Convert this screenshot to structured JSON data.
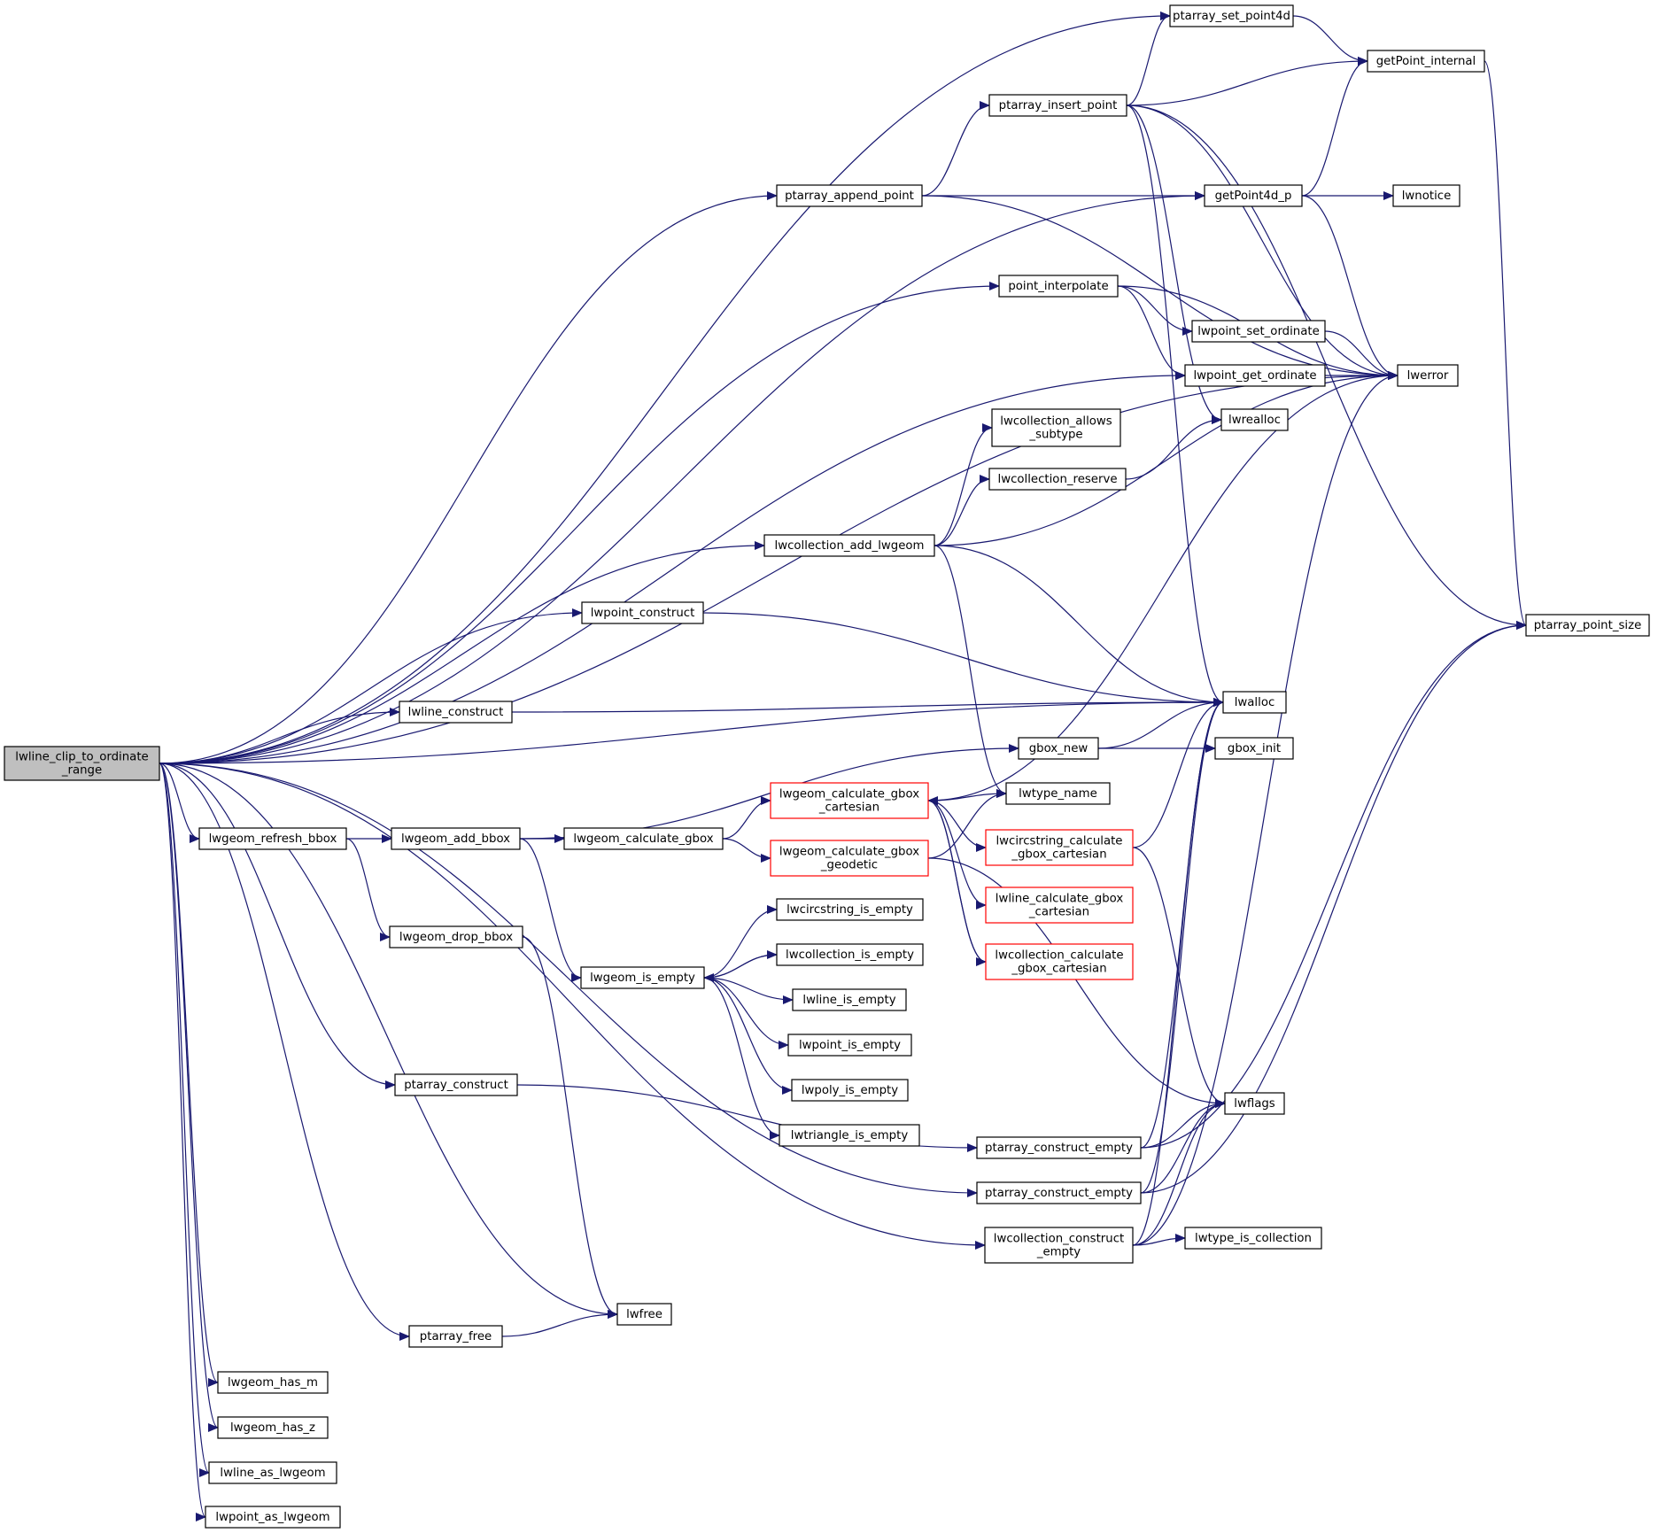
{
  "colors": {
    "edge": "#191970",
    "node_border": "#000000",
    "highlight_border": "#ff0000",
    "root_fill": "#bfbfbf",
    "node_fill": "#ffffff"
  },
  "nodes": [
    {
      "id": "root",
      "label": [
        "lwline_clip_to_ordinate",
        "_range"
      ],
      "style": "root"
    },
    {
      "id": "ptarray_set_point4d",
      "label": [
        "ptarray_set_point4d"
      ]
    },
    {
      "id": "getPoint_internal",
      "label": [
        "getPoint_internal"
      ]
    },
    {
      "id": "ptarray_insert_point",
      "label": [
        "ptarray_insert_point"
      ]
    },
    {
      "id": "ptarray_append_point",
      "label": [
        "ptarray_append_point"
      ]
    },
    {
      "id": "getPoint4d_p",
      "label": [
        "getPoint4d_p"
      ]
    },
    {
      "id": "lwnotice",
      "label": [
        "lwnotice"
      ]
    },
    {
      "id": "point_interpolate",
      "label": [
        "point_interpolate"
      ]
    },
    {
      "id": "lwpoint_set_ordinate",
      "label": [
        "lwpoint_set_ordinate"
      ]
    },
    {
      "id": "lwpoint_get_ordinate",
      "label": [
        "lwpoint_get_ordinate"
      ]
    },
    {
      "id": "lwerror",
      "label": [
        "lwerror"
      ]
    },
    {
      "id": "lwcollection_allows_subtype",
      "label": [
        "lwcollection_allows",
        "_subtype"
      ]
    },
    {
      "id": "lwrealloc",
      "label": [
        "lwrealloc"
      ]
    },
    {
      "id": "lwcollection_reserve",
      "label": [
        "lwcollection_reserve"
      ]
    },
    {
      "id": "lwcollection_add_lwgeom",
      "label": [
        "lwcollection_add_lwgeom"
      ]
    },
    {
      "id": "lwpoint_construct",
      "label": [
        "lwpoint_construct"
      ]
    },
    {
      "id": "ptarray_point_size",
      "label": [
        "ptarray_point_size"
      ]
    },
    {
      "id": "lwline_construct",
      "label": [
        "lwline_construct"
      ]
    },
    {
      "id": "lwalloc",
      "label": [
        "lwalloc"
      ]
    },
    {
      "id": "gbox_new",
      "label": [
        "gbox_new"
      ]
    },
    {
      "id": "gbox_init",
      "label": [
        "gbox_init"
      ]
    },
    {
      "id": "lwgeom_calculate_gbox_cartesian",
      "label": [
        "lwgeom_calculate_gbox",
        "_cartesian"
      ],
      "style": "red"
    },
    {
      "id": "lwtype_name",
      "label": [
        "lwtype_name"
      ]
    },
    {
      "id": "lwgeom_refresh_bbox",
      "label": [
        "lwgeom_refresh_bbox"
      ]
    },
    {
      "id": "lwgeom_add_bbox",
      "label": [
        "lwgeom_add_bbox"
      ]
    },
    {
      "id": "lwgeom_calculate_gbox",
      "label": [
        "lwgeom_calculate_gbox"
      ]
    },
    {
      "id": "lwgeom_calculate_gbox_geodetic",
      "label": [
        "lwgeom_calculate_gbox",
        "_geodetic"
      ],
      "style": "red"
    },
    {
      "id": "lwcircstring_calculate_gbox_cartesian",
      "label": [
        "lwcircstring_calculate",
        "_gbox_cartesian"
      ],
      "style": "red"
    },
    {
      "id": "lwcircstring_is_empty",
      "label": [
        "lwcircstring_is_empty"
      ]
    },
    {
      "id": "lwline_calculate_gbox_cartesian",
      "label": [
        "lwline_calculate_gbox",
        "_cartesian"
      ],
      "style": "red"
    },
    {
      "id": "lwgeom_drop_bbox",
      "label": [
        "lwgeom_drop_bbox"
      ]
    },
    {
      "id": "lwcollection_is_empty",
      "label": [
        "lwcollection_is_empty"
      ]
    },
    {
      "id": "lwcollection_calculate_gbox_cartesian",
      "label": [
        "lwcollection_calculate",
        "_gbox_cartesian"
      ],
      "style": "red"
    },
    {
      "id": "lwgeom_is_empty",
      "label": [
        "lwgeom_is_empty"
      ]
    },
    {
      "id": "lwline_is_empty",
      "label": [
        "lwline_is_empty"
      ]
    },
    {
      "id": "lwpoint_is_empty",
      "label": [
        "lwpoint_is_empty"
      ]
    },
    {
      "id": "lwpoly_is_empty",
      "label": [
        "lwpoly_is_empty"
      ]
    },
    {
      "id": "ptarray_construct",
      "label": [
        "ptarray_construct"
      ]
    },
    {
      "id": "lwflags",
      "label": [
        "lwflags"
      ]
    },
    {
      "id": "lwtriangle_is_empty",
      "label": [
        "lwtriangle_is_empty"
      ]
    },
    {
      "id": "ptarray_construct_empty_1",
      "label": [
        "ptarray_construct_empty"
      ]
    },
    {
      "id": "ptarray_construct_empty_2",
      "label": [
        "ptarray_construct_empty"
      ]
    },
    {
      "id": "lwcollection_construct_empty",
      "label": [
        "lwcollection_construct",
        "_empty"
      ]
    },
    {
      "id": "lwtype_is_collection",
      "label": [
        "lwtype_is_collection"
      ]
    },
    {
      "id": "lwfree",
      "label": [
        "lwfree"
      ]
    },
    {
      "id": "ptarray_free",
      "label": [
        "ptarray_free"
      ]
    },
    {
      "id": "lwgeom_has_m",
      "label": [
        "lwgeom_has_m"
      ]
    },
    {
      "id": "lwgeom_has_z",
      "label": [
        "lwgeom_has_z"
      ]
    },
    {
      "id": "lwline_as_lwgeom",
      "label": [
        "lwline_as_lwgeom"
      ]
    },
    {
      "id": "lwpoint_as_lwgeom",
      "label": [
        "lwpoint_as_lwgeom"
      ]
    }
  ],
  "edges": [
    [
      "root",
      "ptarray_set_point4d"
    ],
    [
      "root",
      "getPoint4d_p"
    ],
    [
      "root",
      "ptarray_append_point"
    ],
    [
      "root",
      "point_interpolate"
    ],
    [
      "root",
      "lwpoint_get_ordinate"
    ],
    [
      "root",
      "lwerror"
    ],
    [
      "root",
      "lwcollection_add_lwgeom"
    ],
    [
      "root",
      "lwpoint_construct"
    ],
    [
      "root",
      "lwalloc"
    ],
    [
      "root",
      "lwline_construct"
    ],
    [
      "root",
      "lwgeom_refresh_bbox"
    ],
    [
      "root",
      "ptarray_construct"
    ],
    [
      "root",
      "ptarray_construct_empty_2"
    ],
    [
      "root",
      "lwcollection_construct_empty"
    ],
    [
      "root",
      "lwfree"
    ],
    [
      "root",
      "ptarray_free"
    ],
    [
      "root",
      "lwgeom_has_m"
    ],
    [
      "root",
      "lwgeom_has_z"
    ],
    [
      "root",
      "lwline_as_lwgeom"
    ],
    [
      "root",
      "lwpoint_as_lwgeom"
    ],
    [
      "ptarray_set_point4d",
      "getPoint_internal"
    ],
    [
      "getPoint_internal",
      "ptarray_point_size"
    ],
    [
      "ptarray_insert_point",
      "ptarray_set_point4d"
    ],
    [
      "ptarray_insert_point",
      "getPoint_internal"
    ],
    [
      "ptarray_insert_point",
      "ptarray_point_size"
    ],
    [
      "ptarray_insert_point",
      "lwerror"
    ],
    [
      "ptarray_insert_point",
      "lwrealloc"
    ],
    [
      "ptarray_insert_point",
      "lwalloc"
    ],
    [
      "ptarray_append_point",
      "ptarray_insert_point"
    ],
    [
      "ptarray_append_point",
      "getPoint4d_p"
    ],
    [
      "ptarray_append_point",
      "lwerror"
    ],
    [
      "getPoint4d_p",
      "getPoint_internal"
    ],
    [
      "getPoint4d_p",
      "lwnotice"
    ],
    [
      "getPoint4d_p",
      "lwerror"
    ],
    [
      "point_interpolate",
      "lwpoint_set_ordinate"
    ],
    [
      "point_interpolate",
      "lwpoint_get_ordinate"
    ],
    [
      "point_interpolate",
      "lwerror"
    ],
    [
      "lwpoint_set_ordinate",
      "lwerror"
    ],
    [
      "lwpoint_get_ordinate",
      "lwerror"
    ],
    [
      "lwcollection_reserve",
      "lwrealloc"
    ],
    [
      "lwcollection_add_lwgeom",
      "lwcollection_allows_subtype"
    ],
    [
      "lwcollection_add_lwgeom",
      "lwcollection_reserve"
    ],
    [
      "lwcollection_add_lwgeom",
      "lwerror"
    ],
    [
      "lwcollection_add_lwgeom",
      "lwalloc"
    ],
    [
      "lwcollection_add_lwgeom",
      "lwtype_name"
    ],
    [
      "lwpoint_construct",
      "lwalloc"
    ],
    [
      "lwline_construct",
      "lwalloc"
    ],
    [
      "gbox_new",
      "lwalloc"
    ],
    [
      "gbox_new",
      "gbox_init"
    ],
    [
      "lwgeom_refresh_bbox",
      "lwgeom_add_bbox"
    ],
    [
      "lwgeom_refresh_bbox",
      "lwgeom_drop_bbox"
    ],
    [
      "lwgeom_add_bbox",
      "gbox_new"
    ],
    [
      "lwgeom_add_bbox",
      "lwgeom_calculate_gbox"
    ],
    [
      "lwgeom_add_bbox",
      "lwgeom_is_empty"
    ],
    [
      "lwgeom_calculate_gbox",
      "lwgeom_calculate_gbox_cartesian"
    ],
    [
      "lwgeom_calculate_gbox",
      "lwgeom_calculate_gbox_geodetic"
    ],
    [
      "lwgeom_calculate_gbox_cartesian",
      "lwtype_name"
    ],
    [
      "lwgeom_calculate_gbox_cartesian",
      "lwcircstring_calculate_gbox_cartesian"
    ],
    [
      "lwgeom_calculate_gbox_cartesian",
      "lwline_calculate_gbox_cartesian"
    ],
    [
      "lwgeom_calculate_gbox_cartesian",
      "lwcollection_calculate_gbox_cartesian"
    ],
    [
      "lwgeom_calculate_gbox_cartesian",
      "lwerror"
    ],
    [
      "lwgeom_calculate_gbox_geodetic",
      "lwtype_name"
    ],
    [
      "lwgeom_calculate_gbox_geodetic",
      "lwflags"
    ],
    [
      "lwcircstring_calculate_gbox_cartesian",
      "lwalloc"
    ],
    [
      "lwcircstring_calculate_gbox_cartesian",
      "lwflags"
    ],
    [
      "lwcollection_calculate_gbox_cartesian",
      "lwgeom_calculate_gbox_cartesian"
    ],
    [
      "lwgeom_drop_bbox",
      "lwfree"
    ],
    [
      "lwgeom_is_empty",
      "lwcircstring_is_empty"
    ],
    [
      "lwgeom_is_empty",
      "lwcollection_is_empty"
    ],
    [
      "lwgeom_is_empty",
      "lwline_is_empty"
    ],
    [
      "lwgeom_is_empty",
      "lwpoint_is_empty"
    ],
    [
      "lwgeom_is_empty",
      "lwpoly_is_empty"
    ],
    [
      "lwgeom_is_empty",
      "lwtriangle_is_empty"
    ],
    [
      "lwcollection_is_empty",
      "lwgeom_is_empty"
    ],
    [
      "ptarray_construct",
      "ptarray_construct_empty_1"
    ],
    [
      "ptarray_construct_empty_1",
      "lwflags"
    ],
    [
      "ptarray_construct_empty_1",
      "ptarray_point_size"
    ],
    [
      "ptarray_construct_empty_1",
      "lwalloc"
    ],
    [
      "ptarray_construct_empty_2",
      "lwflags"
    ],
    [
      "ptarray_construct_empty_2",
      "ptarray_point_size"
    ],
    [
      "ptarray_construct_empty_2",
      "lwalloc"
    ],
    [
      "lwcollection_construct_empty",
      "lwflags"
    ],
    [
      "lwcollection_construct_empty",
      "lwtype_is_collection"
    ],
    [
      "lwcollection_construct_empty",
      "lwalloc"
    ],
    [
      "lwcollection_construct_empty",
      "lwerror"
    ],
    [
      "ptarray_free",
      "lwfree"
    ]
  ]
}
